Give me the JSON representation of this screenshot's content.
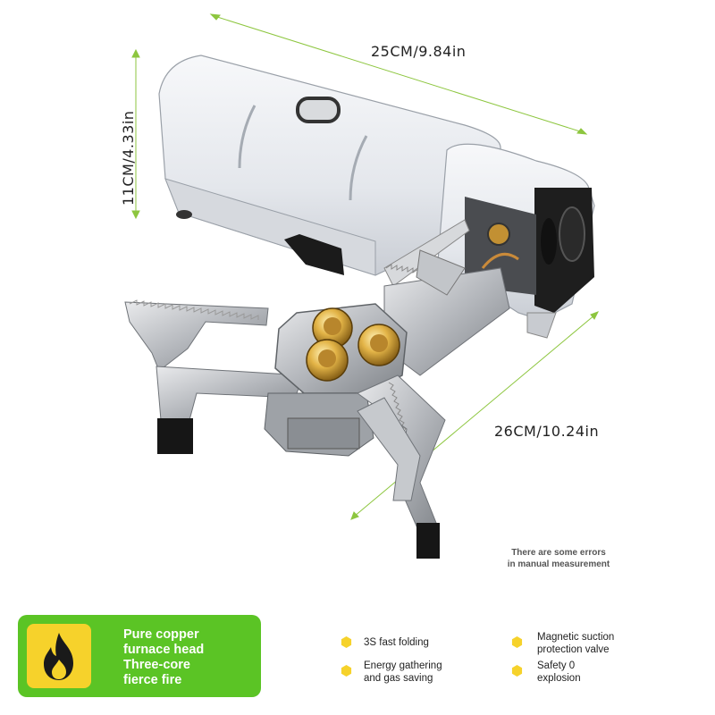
{
  "dimensions": {
    "width": "25CM/9.84in",
    "height": "11CM/4.33in",
    "depth": "26CM/10.24in"
  },
  "note": {
    "line1": "There are some errors",
    "line2": "in manual measurement"
  },
  "badge": {
    "icon": "flame-icon",
    "line1": "Pure copper",
    "line2": "furnace head",
    "line3": "Three-core",
    "line4": "fierce fire"
  },
  "features": [
    {
      "line1": "3S fast folding",
      "line2": ""
    },
    {
      "line1": "Energy gathering",
      "line2": "and gas saving"
    },
    {
      "line1": "Magnetic suction",
      "line2": "protection valve"
    },
    {
      "line1": "Safety 0",
      "line2": "explosion"
    }
  ],
  "colors": {
    "accent_green": "#5bc425",
    "accent_yellow": "#f6d22b",
    "dimension_line": "#8dc63f"
  }
}
